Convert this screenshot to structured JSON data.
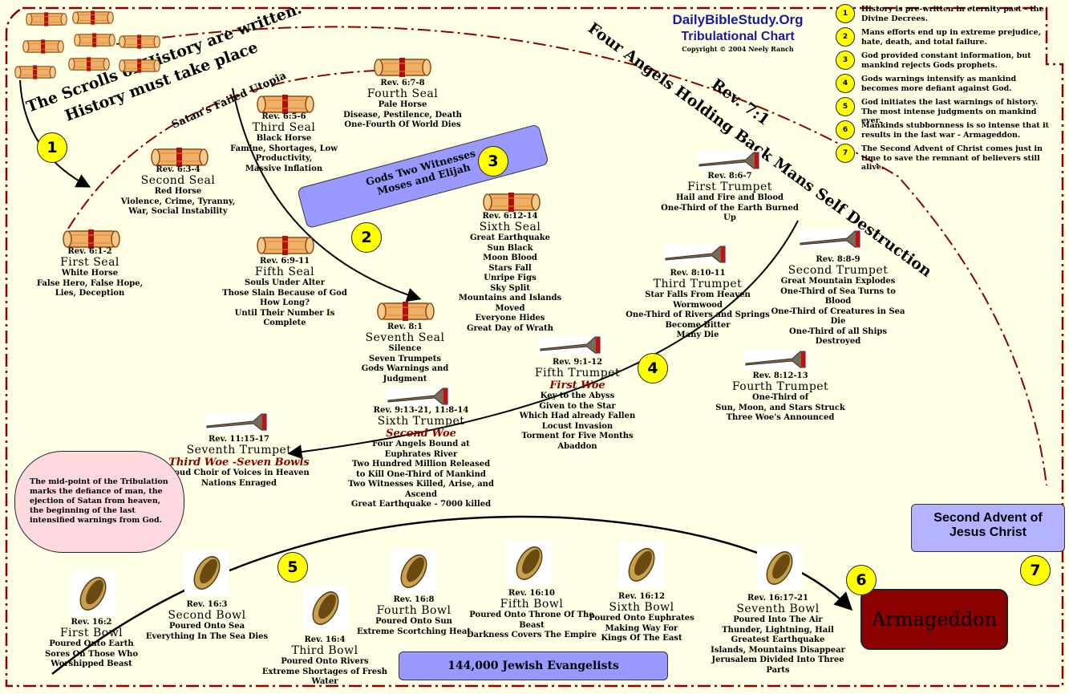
{
  "header": {
    "site": "DailyBibleStudy.Org",
    "chart": "Tribulational Chart",
    "copyright": "Copyright © 2004 Neely Ranch"
  },
  "banners": {
    "scrolls_line1": "The Scrolls of History are written.",
    "scrolls_line2": "History must take place",
    "satan": "Satan's Failed Utopia",
    "angels": "Four Angels Holding Back Mans Self Destruction",
    "rev71": "Rev. 7:1"
  },
  "legend": [
    {
      "n": "1",
      "text": "History is pre-written in eternity past - the Divine Decrees."
    },
    {
      "n": "2",
      "text": "Mans efforts end up in extreme prejudice, hate, death, and total failure."
    },
    {
      "n": "3",
      "text": "God provided constant information, but mankind rejects Gods prophets."
    },
    {
      "n": "4",
      "text": "Gods warnings intensify as mankind becomes more defiant against God."
    },
    {
      "n": "5",
      "text": "God initiates the last warnings of history. The most intense judgments on mankind ever."
    },
    {
      "n": "6",
      "text": "Mankinds stubbornness is so intense that it results in the last war - Armageddon."
    },
    {
      "n": "7",
      "text": "The Second Advent of Christ comes just in time to save the remnant of believers still alive."
    }
  ],
  "witnesses": {
    "line1": "Gods Two Witnesses",
    "line2": "Moses and Elijah"
  },
  "seals": [
    {
      "ref": "Rev. 6:1-2",
      "title": "First Seal",
      "lines": [
        "White Horse",
        "False Hero, False Hope,",
        "Lies, Deception"
      ]
    },
    {
      "ref": "Rev. 6:3-4",
      "title": "Second Seal",
      "lines": [
        "Red Horse",
        "Violence, Crime, Tyranny,",
        "War, Social Instability"
      ]
    },
    {
      "ref": "Rev. 6:5-6",
      "title": "Third Seal",
      "lines": [
        "Black Horse",
        "Famine, Shortages, Low Productivity,",
        "Massive Inflation"
      ]
    },
    {
      "ref": "Rev. 6:7-8",
      "title": "Fourth Seal",
      "lines": [
        "Pale Horse",
        "Disease, Pestilence, Death",
        "One-Fourth Of World Dies"
      ]
    },
    {
      "ref": "Rev. 6:9-11",
      "title": "Fifth Seal",
      "lines": [
        "Souls Under Alter",
        "Those Slain Because of God",
        "How Long?",
        "Until Their Number Is Complete"
      ]
    },
    {
      "ref": "Rev. 6:12-14",
      "title": "Sixth Seal",
      "lines": [
        "Great Earthquake",
        "Sun Black",
        "Moon Blood",
        "Stars Fall",
        "Unripe Figs",
        "Sky Split",
        "Mountains and Islands Moved",
        "Everyone Hides",
        "Great Day of Wrath"
      ]
    },
    {
      "ref": "Rev. 8:1",
      "title": "Seventh Seal",
      "lines": [
        "Silence",
        "Seven Trumpets",
        "Gods Warnings and Judgment"
      ]
    }
  ],
  "trumpets": [
    {
      "ref": "Rev. 8:6-7",
      "title": "First Trumpet",
      "lines": [
        "Hail and Fire and Blood",
        "One-Third of the Earth Burned Up"
      ]
    },
    {
      "ref": "Rev. 8:8-9",
      "title": "Second Trumpet",
      "lines": [
        "Great Mountain Explodes",
        "One-Third of Sea Turns to Blood",
        "One-Third of Creatures in Sea Die",
        "One-Third of all Ships Destroyed"
      ]
    },
    {
      "ref": "Rev. 8:10-11",
      "title": "Third Trumpet",
      "lines": [
        "Star Falls From Heaven",
        "Wormwood",
        "One-Third of Rivers and Springs",
        "Become Bitter",
        "Many Die"
      ]
    },
    {
      "ref": "Rev. 8:12-13",
      "title": "Fourth Trumpet",
      "lines": [
        "One-Third of",
        "Sun, Moon, and Stars Struck",
        "Three Woe's Announced"
      ]
    },
    {
      "ref": "Rev. 9:1-12",
      "title": "Fifth Trumpet",
      "woe": "First Woe",
      "lines": [
        "Key to the Abyss",
        "Given to the Star",
        "Which Had already Fallen",
        "Locust Invasion",
        "Torment for Five Months",
        "Abaddon"
      ]
    },
    {
      "ref": "Rev. 9:13-21, 11:8-14",
      "title": "Sixth Trumpet",
      "woe": "Second Woe",
      "lines": [
        "Four Angels Bound at",
        "Euphrates River",
        "Two Hundred Million Released",
        "to Kill One-Third of Mankind",
        "Two Witnesses Killed, Arise, and Ascend",
        "Great Earthquake - 7000 killed"
      ]
    },
    {
      "ref": "Rev. 11:15-17",
      "title": "Seventh Trumpet",
      "woe": "Third Woe -Seven Bowls",
      "lines": [
        "Loud Choir of Voices in Heaven",
        "Nations Enraged"
      ]
    }
  ],
  "midpoint": "The mid-point of the Tribulation marks the defiance of man, the ejection of Satan from heaven, the beginning of the last intensified warnings from God.",
  "bowls": [
    {
      "ref": "Rev. 16:2",
      "title": "First Bowl",
      "lines": [
        "Poured Onto Earth",
        "Sores On Those Who",
        "Worshipped Beast"
      ]
    },
    {
      "ref": "Rev. 16:3",
      "title": "Second Bowl",
      "lines": [
        "Poured Onto Sea",
        "Everything In The Sea Dies"
      ]
    },
    {
      "ref": "Rev. 16:4",
      "title": "Third Bowl",
      "lines": [
        "Poured Onto Rivers",
        "Extreme Shortages of Fresh Water"
      ]
    },
    {
      "ref": "Rev. 16:8",
      "title": "Fourth Bowl",
      "lines": [
        "Poured Onto Sun",
        "Extreme Scortching Heat"
      ]
    },
    {
      "ref": "Rev. 16:10",
      "title": "Fifth Bowl",
      "lines": [
        "Poured Onto Throne Of The Beast",
        "Darkness Covers The Empire"
      ]
    },
    {
      "ref": "Rev. 16:12",
      "title": "Sixth Bowl",
      "lines": [
        "Poured Onto Euphrates",
        "Making Way For",
        "Kings Of The East"
      ]
    },
    {
      "ref": "Rev. 16:17-21",
      "title": "Seventh Bowl",
      "lines": [
        "Poured Into The Air",
        "Thunder, Lightning, Hail",
        "Greatest Earthquake",
        "Islands, Mountains Disappear",
        "Jerusalem Divided Into Three Parts"
      ]
    }
  ],
  "evangelists": "144,000 Jewish Evangelists",
  "advent": {
    "line1": "Second Advent of",
    "line2": "Jesus Christ"
  },
  "armageddon": "Armageddon",
  "markers": [
    "1",
    "2",
    "3",
    "4",
    "5",
    "6",
    "7"
  ],
  "colors": {
    "background": "#ffffe6",
    "border": "#8b0000",
    "accent_blue": "#9999ff",
    "marker": "#ffff00",
    "armageddon": "#8b0000",
    "midpoint": "#ffd9e0",
    "header_blue": "#1a1a9e"
  }
}
